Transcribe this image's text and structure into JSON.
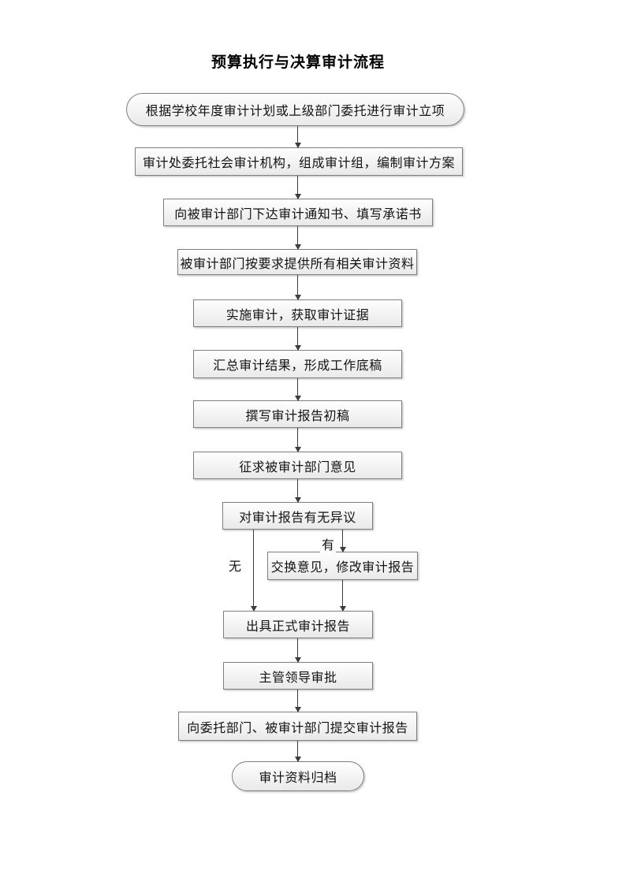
{
  "title": "预算执行与决算审计流程",
  "flowchart": {
    "nodes": [
      {
        "id": "start",
        "type": "terminator",
        "label": "根据学校年度审计计划或上级部门委托进行审计立项"
      },
      {
        "id": "organize",
        "type": "process",
        "label": "审计处委托社会审计机构，组成审计组，编制审计方案"
      },
      {
        "id": "notice",
        "type": "process",
        "label": "向被审计部门下达审计通知书、填写承诺书"
      },
      {
        "id": "materials",
        "type": "process",
        "label": "被审计部门按要求提供所有相关审计资料"
      },
      {
        "id": "implement",
        "type": "process",
        "label": "实施审计，获取审计证据"
      },
      {
        "id": "summarize",
        "type": "process",
        "label": "汇总审计结果，形成工作底稿"
      },
      {
        "id": "draft",
        "type": "process",
        "label": "撰写审计报告初稿"
      },
      {
        "id": "solicit",
        "type": "process",
        "label": "征求被审计部门意见"
      },
      {
        "id": "decision",
        "type": "decision",
        "label": "对审计报告有无异议"
      },
      {
        "id": "exchange",
        "type": "process",
        "label": "交换意见，修改审计报告"
      },
      {
        "id": "issue",
        "type": "process",
        "label": "出具正式审计报告"
      },
      {
        "id": "approve",
        "type": "process",
        "label": "主管领导审批"
      },
      {
        "id": "submit",
        "type": "process",
        "label": "向委托部门、被审计部门提交审计报告"
      },
      {
        "id": "archive",
        "type": "terminator",
        "label": "审计资料归档"
      }
    ],
    "branch_labels": {
      "has_objection": "有",
      "no_objection": "无"
    },
    "colors": {
      "box_border": "#7f7f7f",
      "box_fill_top": "#fefefe",
      "box_fill_bottom": "#e9e9e9",
      "arrow": "#3c3c3c",
      "text": "#121212"
    }
  }
}
